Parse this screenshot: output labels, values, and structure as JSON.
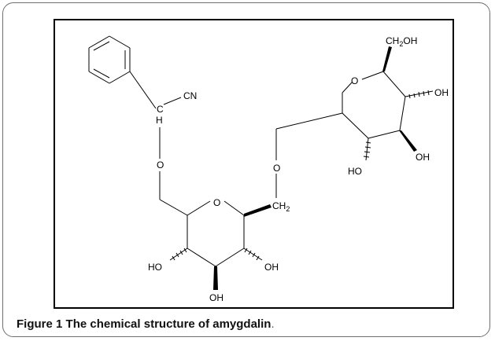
{
  "figure": {
    "label": "Figure 1",
    "title": "The chemical structure of amygdalin",
    "period": "."
  },
  "atoms": {
    "cn": "CN",
    "h": "H",
    "c": "C",
    "o_link1": "O",
    "o_link2": "O",
    "o_ring1": "O",
    "o_ring2": "O",
    "ch2": "CH",
    "ch2_sub": "2",
    "ch2oh_pre": "CH",
    "ch2oh_sub": "2",
    "ch2oh_post": "OH",
    "oh_left": "HO",
    "oh_right": "OH",
    "oh_bottom": "OH",
    "oh_upper_right": "OH",
    "oh_upper_bottom": "OH",
    "oh_upper_left": "HO"
  }
}
